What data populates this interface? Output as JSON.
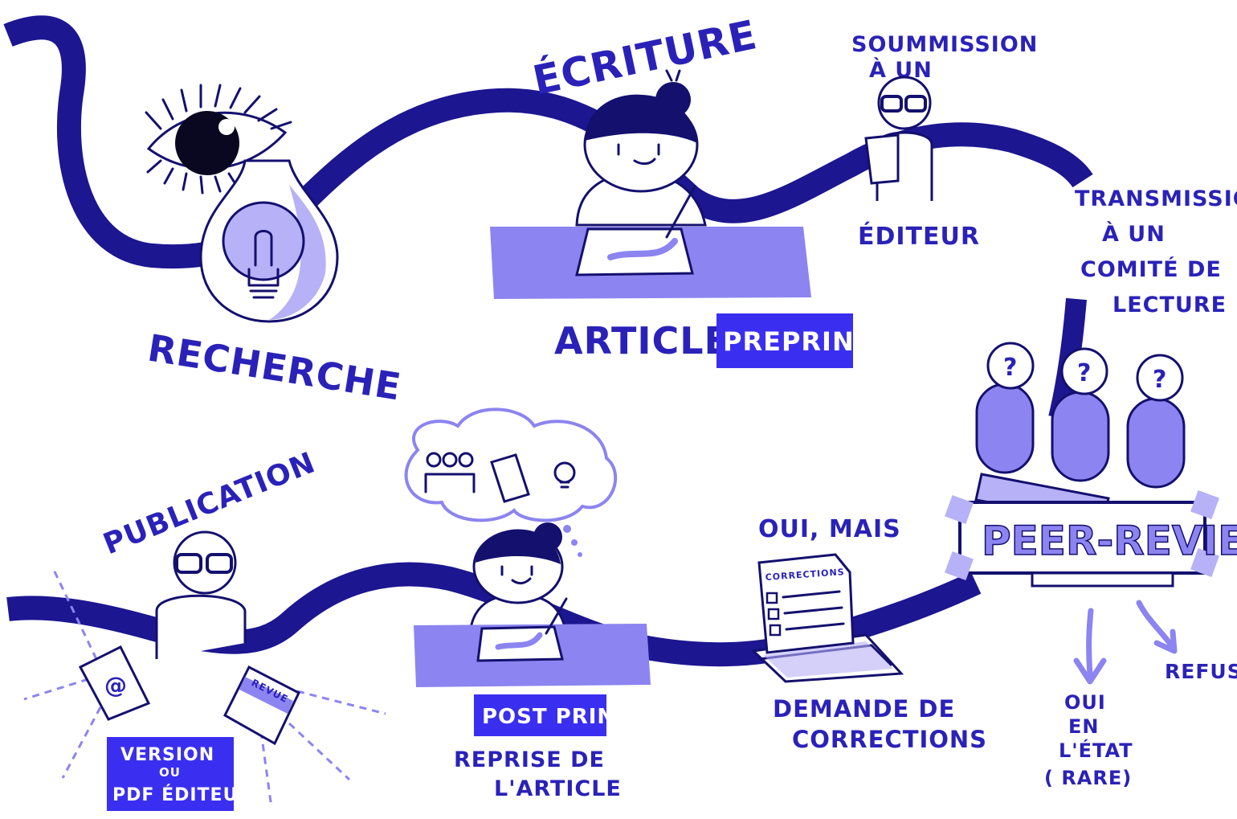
{
  "colors": {
    "road": "#1c1690",
    "ink": "#14106e",
    "accent": "#3a2ff0",
    "shade": "#8c84f0",
    "text": "#2a22b8"
  },
  "steps": {
    "recherche": "RECHERCHE",
    "ecriture": "ÉCRITURE",
    "article": "ARTICLE",
    "preprint": "PREPRINT",
    "soumission_line1": "SOUMMISSION",
    "soumission_line2": "À UN",
    "editeur": "ÉDITEUR",
    "transmission_line1": "TRANSMISSION",
    "transmission_line2": "À UN",
    "transmission_line3": "COMITÉ DE",
    "transmission_line4": "LECTURE",
    "peer_review": "PEER-REVIEW",
    "question_mark": "?",
    "refus": "REFUS",
    "oui_line1": "OUI",
    "oui_line2": "EN",
    "oui_line3": "L'ÉTAT",
    "oui_line4": "( RARE)",
    "oui_mais": "OUI, MAIS",
    "corrections_sheet": "CORRECTIONS",
    "demande_line1": "DEMANDE DE",
    "demande_line2": "CORRECTIONS",
    "post_print": "POST PRINT",
    "reprise_line1": "REPRISE DE",
    "reprise_line2": "L'ARTICLE",
    "publication": "PUBLICATION",
    "version_line1": "VERSION",
    "version_line2": "OU",
    "version_line3": "PDF ÉDITEUR",
    "revue": "REVUE",
    "at_sign": "@"
  }
}
